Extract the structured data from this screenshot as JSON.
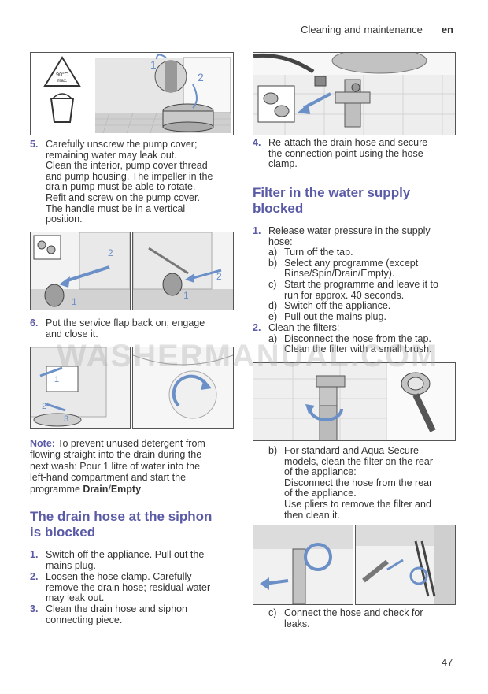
{
  "header": {
    "section": "Cleaning and maintenance",
    "lang": "en"
  },
  "left": {
    "step5": {
      "num": "5.",
      "lines": [
        "Carefully unscrew the pump cover;",
        "remaining water may leak out.",
        "Clean the interior, pump cover thread",
        "and pump housing. The impeller in the",
        "drain pump must be able to rotate.",
        "Refit and screw on the pump cover.",
        "The handle must be in a vertical",
        "position."
      ]
    },
    "step6": {
      "num": "6.",
      "lines": [
        "Put the service flap back on, engage",
        "and close it."
      ]
    },
    "note": {
      "label": "Note:",
      "lines": [
        "To prevent unused detergent from",
        "flowing straight into the drain during the",
        "next wash: Pour 1 litre of water into the",
        "left-hand compartment and start the",
        "programme"
      ],
      "prog1": "Drain",
      "sep": "/",
      "prog2": "Empty",
      "end": "."
    },
    "heading": [
      "The drain hose at the siphon",
      "is blocked"
    ],
    "steps": [
      {
        "num": "1.",
        "lines": [
          "Switch off the appliance. Pull out the",
          "mains plug."
        ]
      },
      {
        "num": "2.",
        "lines": [
          "Loosen the hose clamp. Carefully",
          "remove the drain hose; residual water",
          "may leak out."
        ]
      },
      {
        "num": "3.",
        "lines": [
          "Clean the drain hose and siphon",
          "connecting piece."
        ]
      }
    ]
  },
  "right": {
    "step4": {
      "num": "4.",
      "lines": [
        "Re-attach the drain hose and secure",
        "the connection point using the hose",
        "clamp."
      ]
    },
    "heading": [
      "Filter in the water supply",
      "blocked"
    ],
    "step1": {
      "num": "1.",
      "lines": [
        "Release water pressure in the supply",
        "hose:"
      ],
      "subs": [
        {
          "l": "a)",
          "lines": [
            "Turn off the tap."
          ]
        },
        {
          "l": "b)",
          "lines": [
            "Select any programme (except",
            "Rinse/Spin/Drain/Empty)."
          ]
        },
        {
          "l": "c)",
          "lines": [
            "Start the programme and leave it to",
            "run for approx. 40 seconds."
          ]
        },
        {
          "l": "d)",
          "lines": [
            "Switch off the appliance."
          ]
        },
        {
          "l": "e)",
          "lines": [
            "Pull out the mains plug."
          ]
        }
      ]
    },
    "step2": {
      "num": "2.",
      "lines": [
        "Clean the filters:"
      ],
      "subs": [
        {
          "l": "a)",
          "lines": [
            "Disconnect the hose from the tap.",
            "Clean the filter with a small brush."
          ]
        }
      ]
    },
    "b": {
      "l": "b)",
      "lines": [
        "For standard and Aqua-Secure",
        "models, clean the filter on the rear",
        "of the appliance:",
        "Disconnect the hose from the rear",
        "of the appliance.",
        "Use pliers to remove the filter and",
        "then clean it."
      ]
    },
    "c": {
      "l": "c)",
      "lines": [
        "Connect the hose and check for",
        "leaks."
      ]
    }
  },
  "figures": {
    "fig1": {
      "temp_label_1": "90°C",
      "temp_label_2": "max.",
      "callout_1": "1",
      "callout_2": "2"
    },
    "fig2": {
      "callout_1": "1",
      "callout_2": "2"
    },
    "fig3": {
      "callout_1": "1",
      "callout_2": "2"
    },
    "fig4": {
      "callout_1": "1",
      "callout_2": "2",
      "callout_3": "3"
    }
  },
  "watermark": "WASHERMANUAL.COM",
  "page_number": "47"
}
